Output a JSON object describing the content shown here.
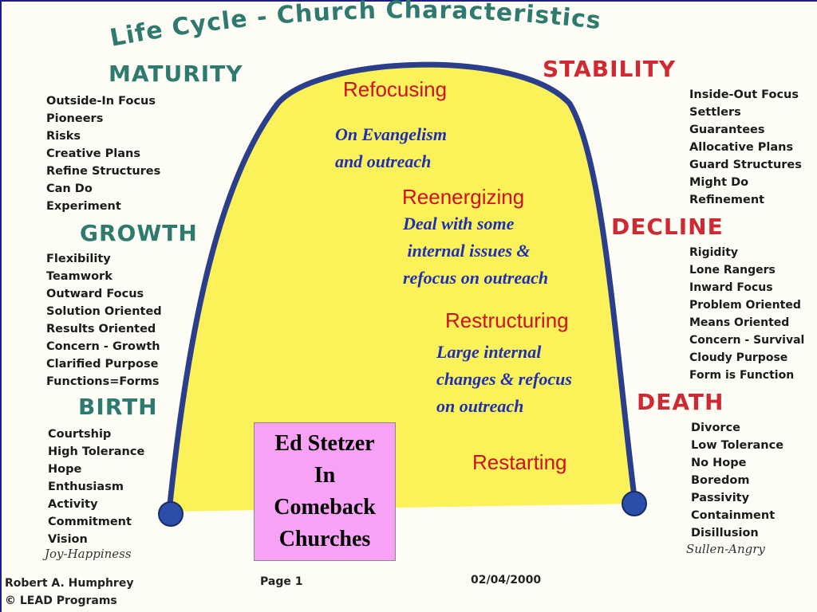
{
  "title": "Life Cycle - Church Characteristics",
  "stages": {
    "maturity": "MATURITY",
    "growth": "GROWTH",
    "birth": "BIRTH",
    "stability": "STABILITY",
    "decline": "DECLINE",
    "death": "DEATH"
  },
  "lists": {
    "maturity": [
      "Outside-In Focus",
      "Pioneers",
      "Risks",
      "Creative Plans",
      "Refine Structures",
      "Can Do",
      "Experiment"
    ],
    "growth": [
      "Flexibility",
      "Teamwork",
      "Outward Focus",
      "Solution Oriented",
      "Results Oriented",
      "Concern - Growth",
      "Clarified Purpose",
      "Functions=Forms"
    ],
    "birth": [
      "Courtship",
      "High Tolerance",
      "Hope",
      "Enthusiasm",
      "Activity",
      "Commitment",
      "Vision"
    ],
    "stability": [
      "Inside-Out Focus",
      "Settlers",
      "Guarantees",
      "Allocative Plans",
      "Guard Structures",
      "Might Do",
      "Refinement"
    ],
    "decline": [
      "Rigidity",
      "Lone Rangers",
      "Inward Focus",
      "Problem Oriented",
      "Means Oriented",
      "Concern - Survival",
      "Cloudy Purpose",
      "Form is Function"
    ],
    "death": [
      "Divorce",
      "Low Tolerance",
      "No Hope",
      "Boredom",
      "Passivity",
      "Containment",
      "Disillusion"
    ]
  },
  "processes": {
    "refocusing": "Refocusing",
    "reenergizing": "Reenergizing",
    "restructuring": "Restructuring",
    "restarting": "Restarting"
  },
  "notes": {
    "refocusing": "On Evangelism\nand outreach",
    "reenergizing": "Deal with some\n internal issues &\nrefocus on outreach",
    "restructuring": "Large internal\nchanges & refocus\non outreach"
  },
  "author_box": [
    "Ed Stetzer",
    "In",
    "Comeback",
    "Churches"
  ],
  "endpoints": {
    "left": "Joy-Happiness",
    "right": "Sullen-Angry"
  },
  "footer": {
    "author": "Robert A. Humphrey",
    "org": "© LEAD Programs",
    "page": "Page 1",
    "date": "02/04/2000"
  },
  "colors": {
    "fill": "#fbf25a",
    "curve": "#2b3e8c",
    "stage_green": "#2e7a6e",
    "stage_red": "#cf2a34",
    "process_red": "#d0101e",
    "note_blue": "#1f2fb4",
    "box_pink": "#f8a2f5"
  }
}
